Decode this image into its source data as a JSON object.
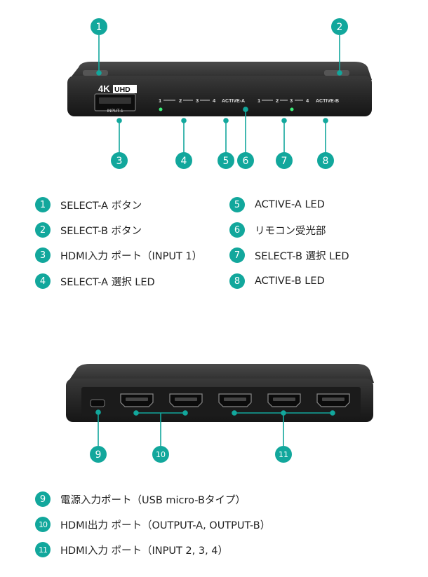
{
  "device_front": {
    "logo": {
      "k": "4K",
      "uhd": "UHD"
    },
    "input_label": "INPUT-1",
    "group_a": {
      "ports": [
        "1",
        "2",
        "3",
        "4"
      ],
      "active": "ACTIVE-A"
    },
    "group_b": {
      "ports": [
        "1",
        "2",
        "3",
        "4"
      ],
      "active": "ACTIVE-B"
    }
  },
  "callouts_top": [
    "1",
    "2",
    "3",
    "4",
    "5",
    "6",
    "7",
    "8"
  ],
  "legend_top": [
    {
      "num": "1",
      "label": "SELECT-A ボタン"
    },
    {
      "num": "2",
      "label": "SELECT-B ボタン"
    },
    {
      "num": "3",
      "label": "HDMI入力 ポート（INPUT 1）"
    },
    {
      "num": "4",
      "label": "SELECT-A 選択 LED"
    },
    {
      "num": "5",
      "label": "ACTIVE-A LED"
    },
    {
      "num": "6",
      "label": "リモコン受光部"
    },
    {
      "num": "7",
      "label": "SELECT-B 選択 LED"
    },
    {
      "num": "8",
      "label": "ACTIVE-B LED"
    }
  ],
  "callouts_bottom": [
    "9",
    "10",
    "11"
  ],
  "legend_bottom": [
    {
      "num": "9",
      "label": "電源入力ポート（USB micro-Bタイプ）"
    },
    {
      "num": "10",
      "label": "HDMI出力 ポート（OUTPUT-A, OUTPUT-B）"
    },
    {
      "num": "11",
      "label": "HDMI入力 ポート（INPUT 2, 3, 4）"
    }
  ],
  "colors": {
    "accent": "#12a79c",
    "device": "#2a2a2a",
    "led": "#3cf07a"
  }
}
